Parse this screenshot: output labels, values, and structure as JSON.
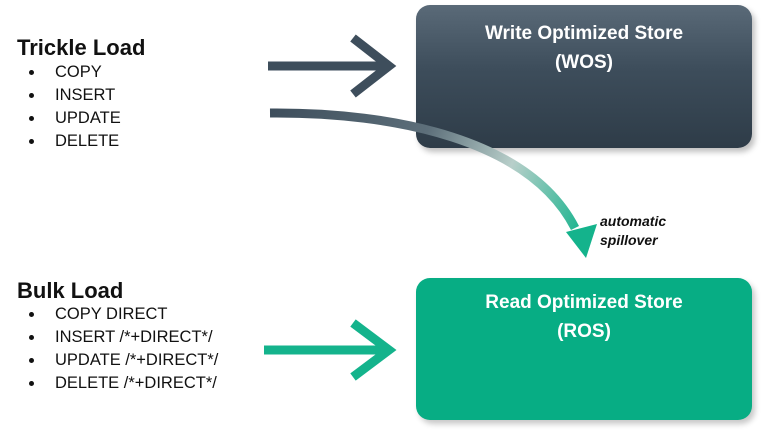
{
  "trickle": {
    "title": "Trickle Load",
    "items": [
      "COPY",
      "INSERT",
      "UPDATE",
      "DELETE"
    ]
  },
  "bulk": {
    "title": "Bulk Load",
    "items": [
      "COPY DIRECT",
      "INSERT /*+DIRECT*/",
      "UPDATE /*+DIRECT*/",
      "DELETE /*+DIRECT*/"
    ]
  },
  "wos": {
    "line1": "Write Optimized Store",
    "line2": "(WOS)",
    "color": "#3d4d5b"
  },
  "ros": {
    "line1": "Read Optimized Store",
    "line2": "(ROS)",
    "color": "#07ad84"
  },
  "spillover": {
    "line1": "automatic",
    "line2": "spillover"
  },
  "colors": {
    "trickle_arrow": "#3e4e5c",
    "bulk_arrow": "#14b38c"
  }
}
